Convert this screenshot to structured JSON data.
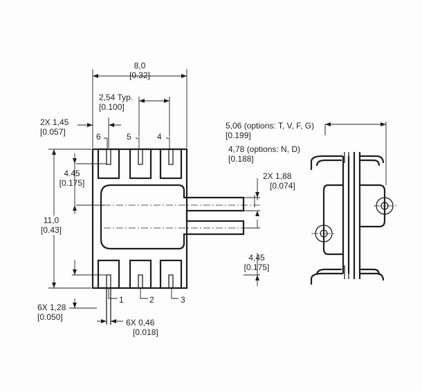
{
  "dimensions": {
    "overall_width": {
      "value": "8,0",
      "inch": "[0.32]"
    },
    "pitch": {
      "value": "2,54 Typ.",
      "inch": "[0.100]"
    },
    "edge_offset": {
      "value": "2X 1,45",
      "inch": "[0.057]"
    },
    "upper_offset": {
      "value": "4.45",
      "inch": "[0.175]"
    },
    "height": {
      "value": "11,0",
      "inch": "[0.43]"
    },
    "lead_width": {
      "value": "6X 1,28",
      "inch": "[0.050]"
    },
    "lead_thickness": {
      "value": "6X 0,46",
      "inch": "[0.018]"
    },
    "port_diameter": {
      "value": "2X 1,88",
      "inch": "[0.074]"
    },
    "lower_offset": {
      "value": "4,45",
      "inch": "[0.175]"
    },
    "side_width_a": {
      "value": "5,06 (options: T, V, F, G)",
      "inch": "[0.199]"
    },
    "side_width_b": {
      "value": "4,78 (options: N, D)",
      "inch": "[0.188]"
    }
  },
  "pins": {
    "top": [
      "6",
      "5",
      "4"
    ],
    "bottom": [
      "1",
      "2",
      "3"
    ]
  }
}
